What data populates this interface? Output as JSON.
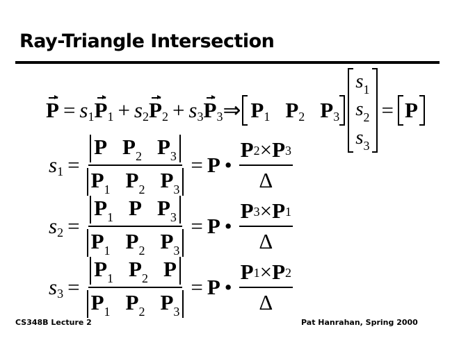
{
  "title": "Ray-Triangle Intersection",
  "footer": {
    "left": "CS348B Lecture 2",
    "right": "Pat Hanrahan, Spring 2000"
  },
  "sym": {
    "P": "P",
    "s": "s",
    "eq": "=",
    "plus": "+",
    "implies": "⇒",
    "dot": "•",
    "times": "×",
    "delta": "Δ",
    "one": "1",
    "two": "2",
    "three": "3"
  }
}
